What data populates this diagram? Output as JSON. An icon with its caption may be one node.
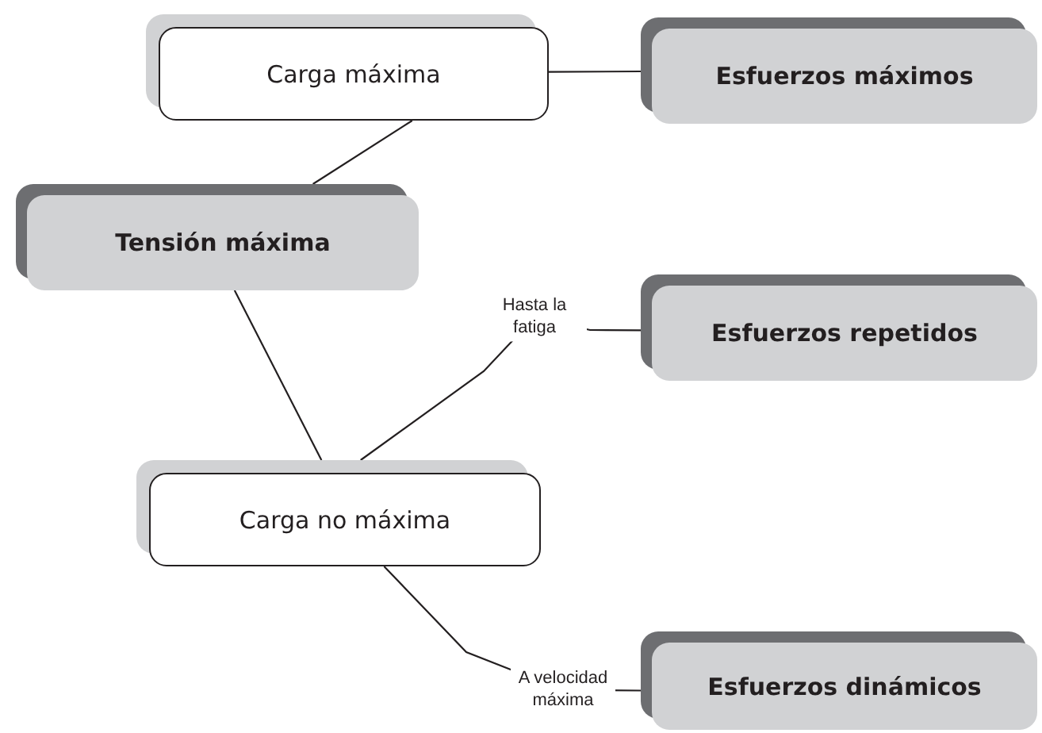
{
  "diagram": {
    "nodes": [
      {
        "text": [
          "Carga máxima"
        ]
      },
      {
        "text": [
          "Esfuerzos máximos"
        ]
      },
      {
        "text": [
          "Tensión máxima"
        ]
      },
      {
        "text": [
          "Esfuerzos repetidos"
        ]
      },
      {
        "text": [
          "Carga no máxima"
        ]
      },
      {
        "text": [
          "Esfuerzos dinámicos"
        ]
      }
    ],
    "edges": [
      {
        "from": 0,
        "to": 1,
        "arrow": "none"
      },
      {
        "from": 0,
        "to": 2,
        "arrow": "none"
      },
      {
        "from": 2,
        "to": 4,
        "arrow": "none"
      },
      {
        "from": 4,
        "to": 3,
        "arrow": "none",
        "label": "Hasta la fatiga"
      },
      {
        "from": 4,
        "to": 5,
        "arrow": "none",
        "label": "A velocidad máxima"
      }
    ]
  }
}
